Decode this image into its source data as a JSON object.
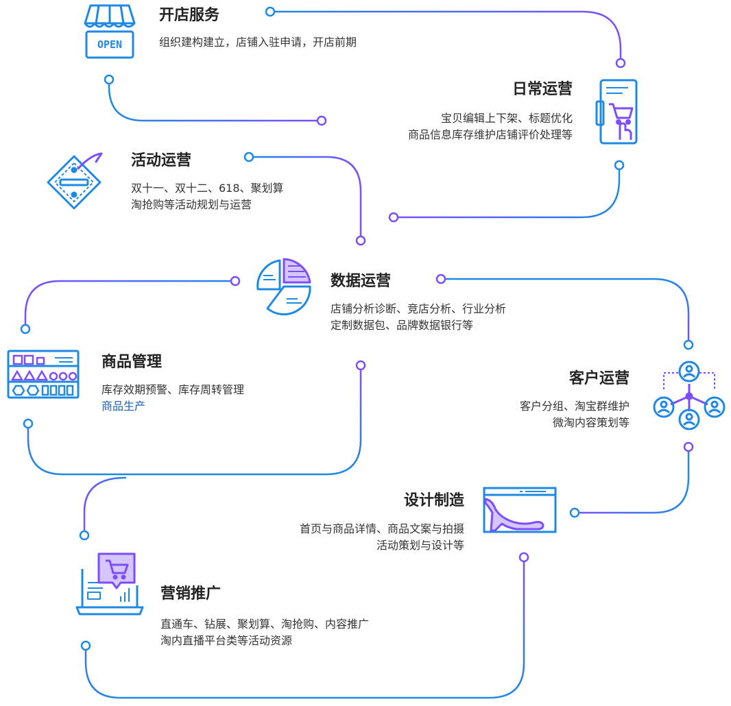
{
  "accent_blue": "#1e88e5",
  "accent_purple": "#7c4dff",
  "nodes": {
    "kaidian": {
      "title": "开店服务",
      "lines": [
        "组织建构建立，店铺入驻申请，开店前期"
      ],
      "icon": "open-sign-icon"
    },
    "richang": {
      "title": "日常运营",
      "lines": [
        "宝贝编辑上下架、标题优化",
        "商品信息库存维护店铺评价处理等"
      ],
      "icon": "mobile-cart-icon"
    },
    "huodong": {
      "title": "活动运营",
      "lines": [
        "双十一、双十二、618、聚划算",
        "淘抢购等活动规划与运营"
      ],
      "icon": "price-tag-icon"
    },
    "shuju": {
      "title": "数据运营",
      "lines": [
        "店铺分析诊断、竞店分析、行业分析",
        "定制数据包、品牌数据银行等"
      ],
      "icon": "pie-chart-icon"
    },
    "shangpin": {
      "title": "商品管理",
      "lines": [
        "库存效期预警、库存周转管理",
        "商品生产"
      ],
      "icon": "shelf-icon"
    },
    "kehu": {
      "title": "客户运营",
      "lines": [
        "客户分组、淘宝群维护",
        "微淘内容策划等"
      ],
      "icon": "user-network-icon"
    },
    "sheji": {
      "title": "设计制造",
      "lines": [
        "首页与商品详情、商品文案与拍摄",
        "活动策划与设计等"
      ],
      "icon": "high-heel-icon"
    },
    "yingxiao": {
      "title": "营销推广",
      "lines": [
        "直通车、钻展、聚划算、淘抢购、内容推广",
        "淘内直播平台类等活动资源"
      ],
      "icon": "laptop-shop-icon"
    }
  }
}
